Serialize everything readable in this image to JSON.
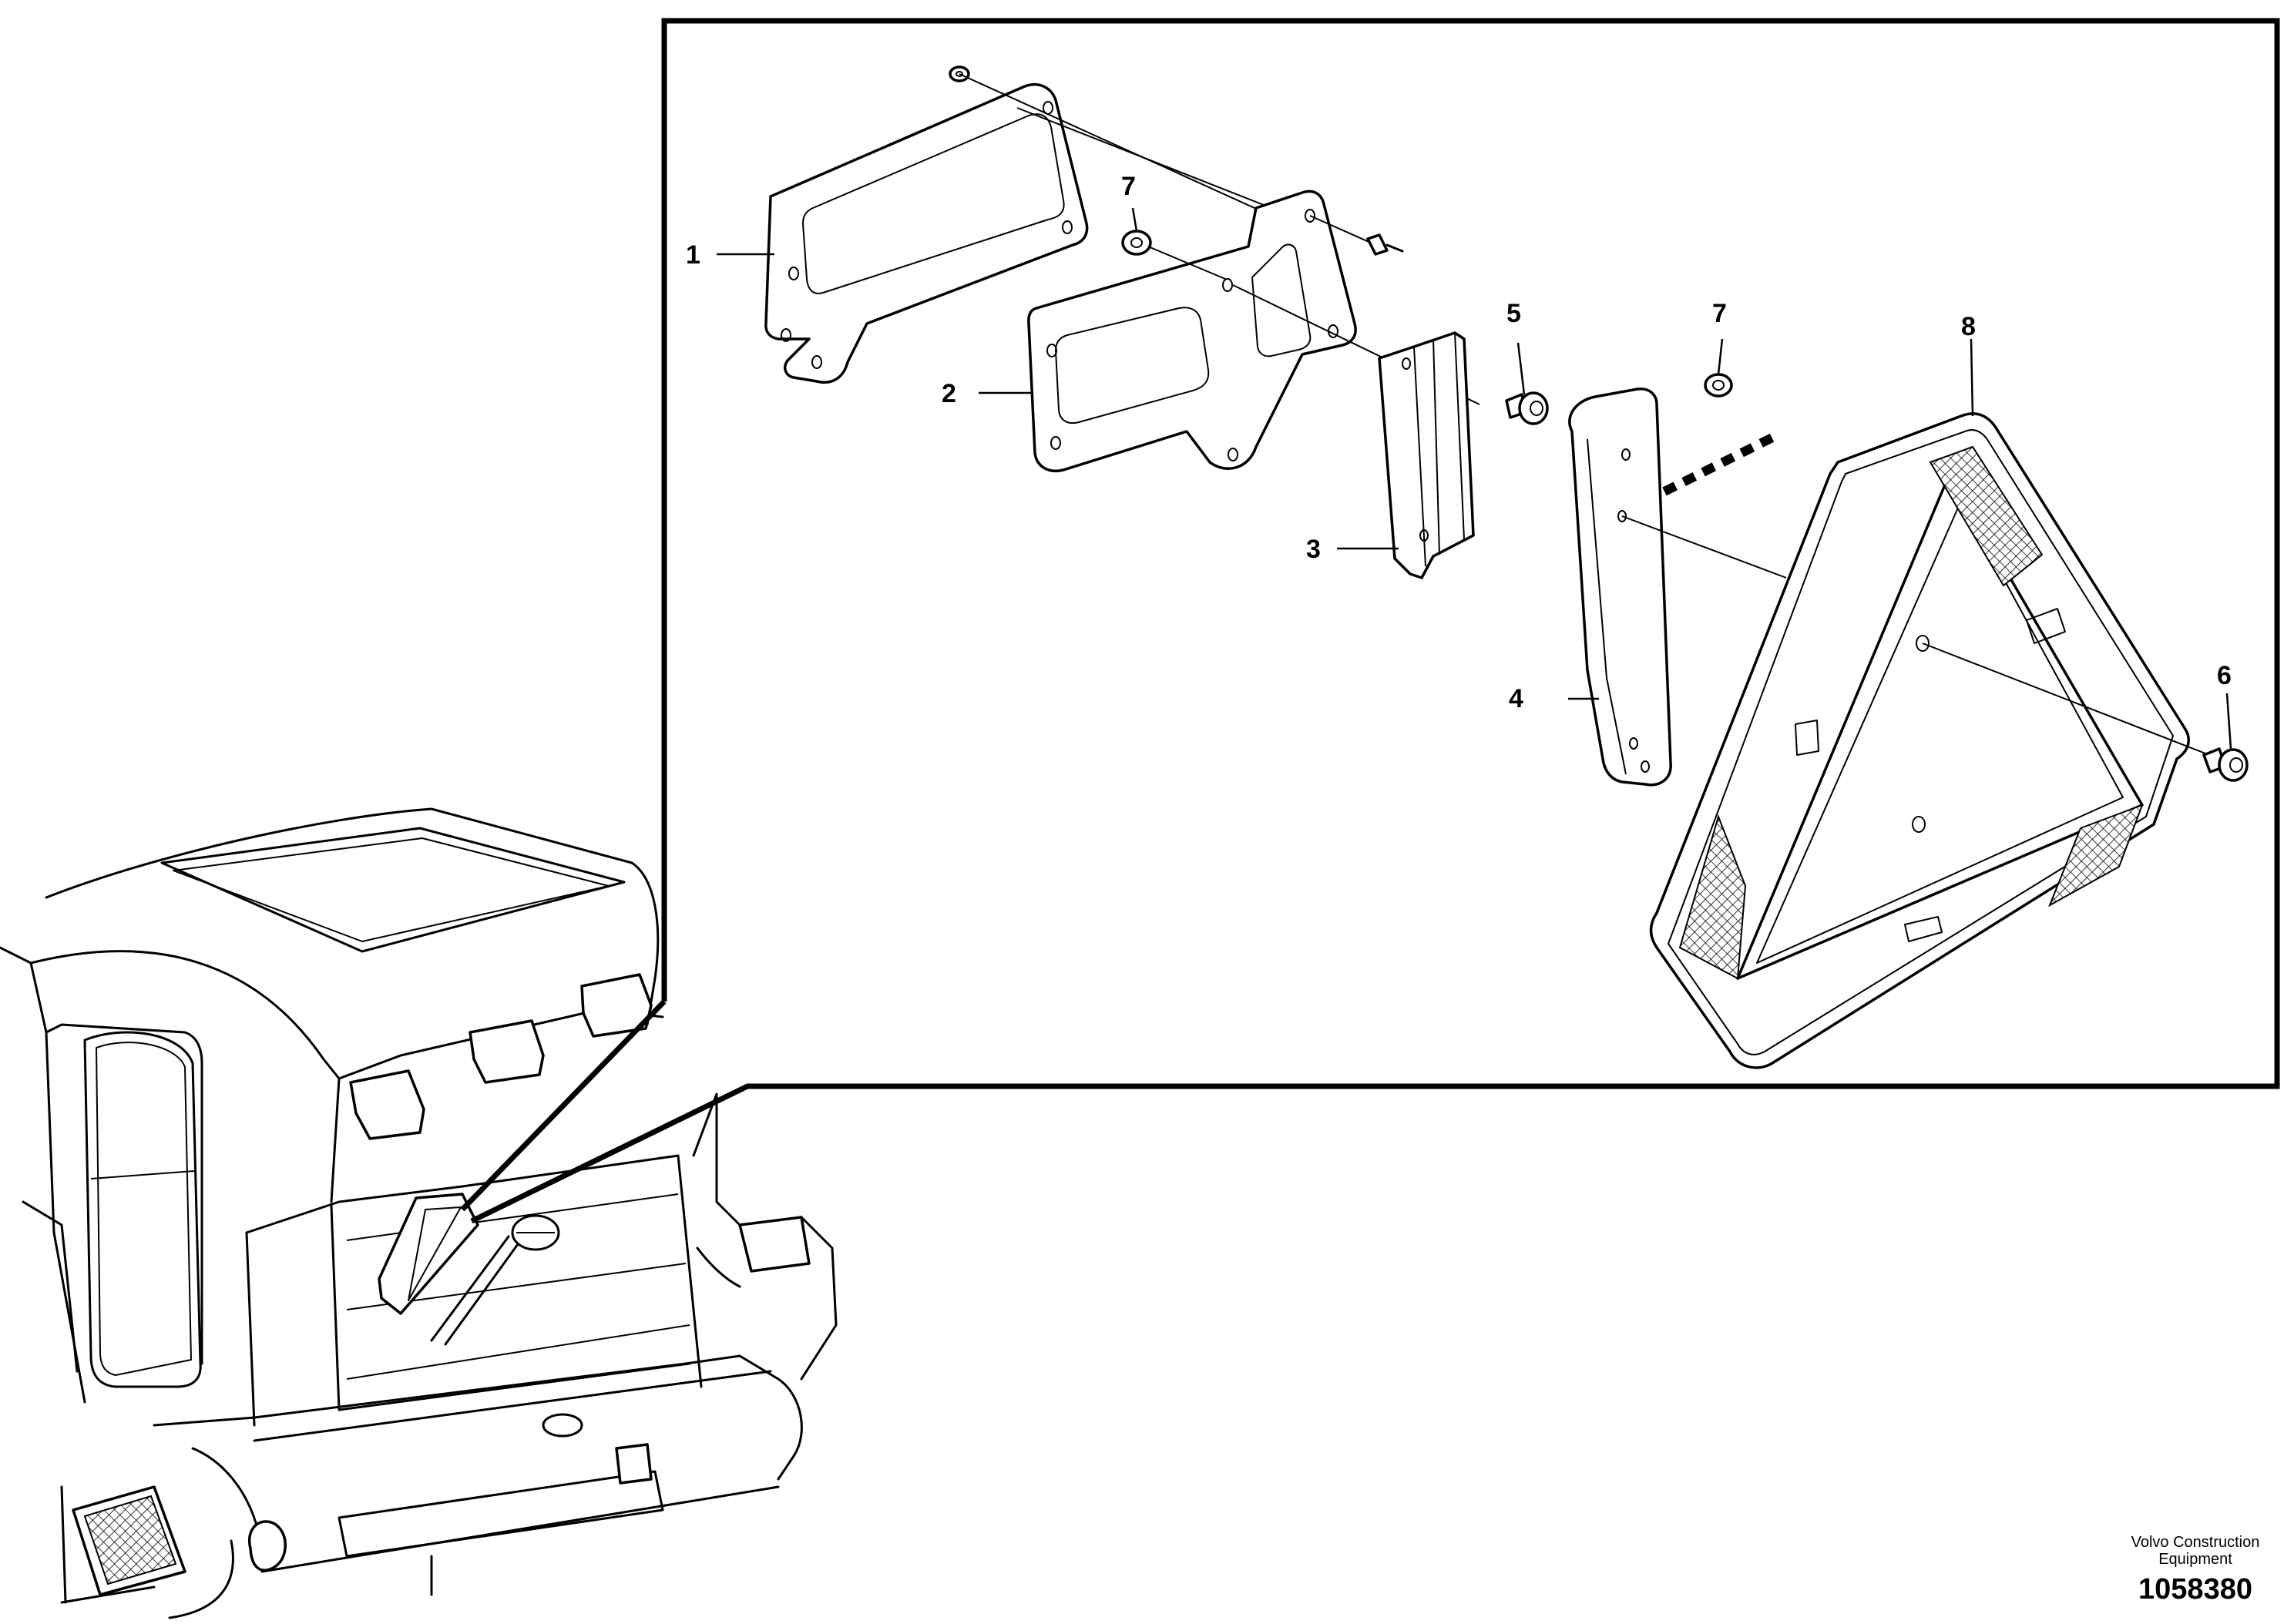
{
  "callouts": {
    "c1": "1",
    "c2": "2",
    "c3": "3",
    "c4": "4",
    "c5": "5",
    "c6": "6",
    "c7a": "7",
    "c7b": "7",
    "c8": "8"
  },
  "caption": {
    "company": "Volvo Construction Equipment",
    "drawing_number": "1058380"
  }
}
